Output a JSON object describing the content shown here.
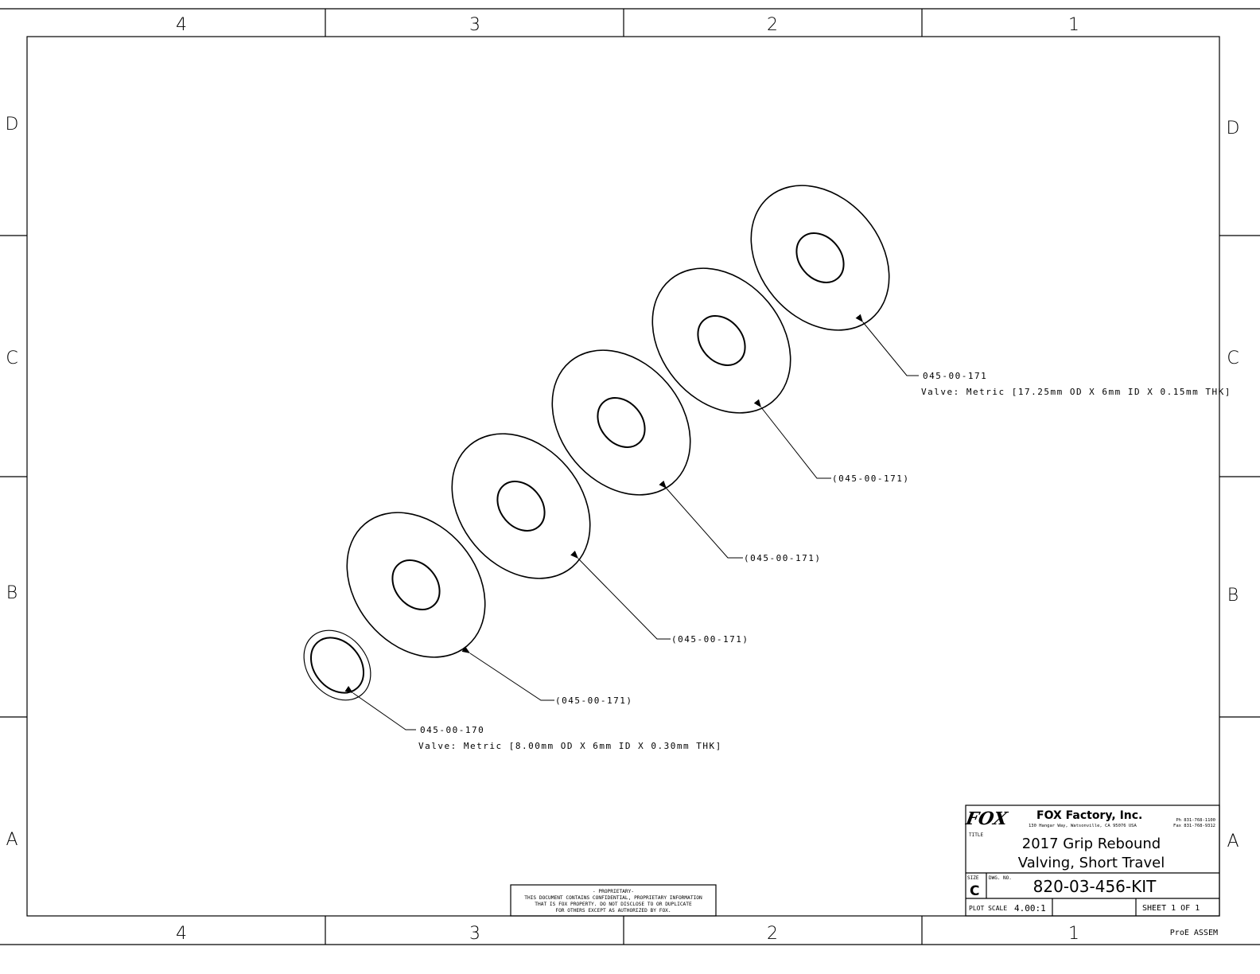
{
  "zones": {
    "columns": [
      "4",
      "3",
      "2",
      "1"
    ],
    "rows": [
      "D",
      "C",
      "B",
      "A"
    ]
  },
  "callouts": [
    {
      "part": "045-00-171",
      "description": "Valve: Metric [17.25mm OD X 6mm ID X 0.15mm THK]"
    },
    {
      "part": "(045-00-171)"
    },
    {
      "part": "(045-00-171)"
    },
    {
      "part": "(045-00-171)"
    },
    {
      "part": "(045-00-171)"
    },
    {
      "part": "045-00-170",
      "description": "Valve: Metric [8.00mm OD X 6mm ID X 0.30mm THK]"
    }
  ],
  "proprietary": {
    "heading": "- PROPRIETARY-",
    "line1": "THIS DOCUMENT CONTAINS CONFIDENTIAL, PROPRIETARY INFORMATION",
    "line2": "THAT IS FOX PROPERTY.  DO NOT DISCLOSE TO OR DUPLICATE",
    "line3": "FOR OTHERS EXCEPT AS AUTHORIZED BY FOX."
  },
  "title_block": {
    "logo": "FOX",
    "company": "FOX Factory, Inc.",
    "address": "130 Hangar Way, Watsonville, CA 95076 USA",
    "phone": "Ph 831-768-1100",
    "fax": "Fax 831-768-9312",
    "title_label": "TITLE",
    "title_line1": "2017 Grip Rebound",
    "title_line2": "Valving, Short Travel",
    "size_label": "SIZE",
    "size": "C",
    "dwg_label": "DWG. NO.",
    "dwg_no": "820-03-456-KIT",
    "plot_scale_label": "PLOT SCALE",
    "plot_scale": "4.00:1",
    "sheet": "SHEET 1 OF 1",
    "model_type": "ProE ASSEM"
  }
}
